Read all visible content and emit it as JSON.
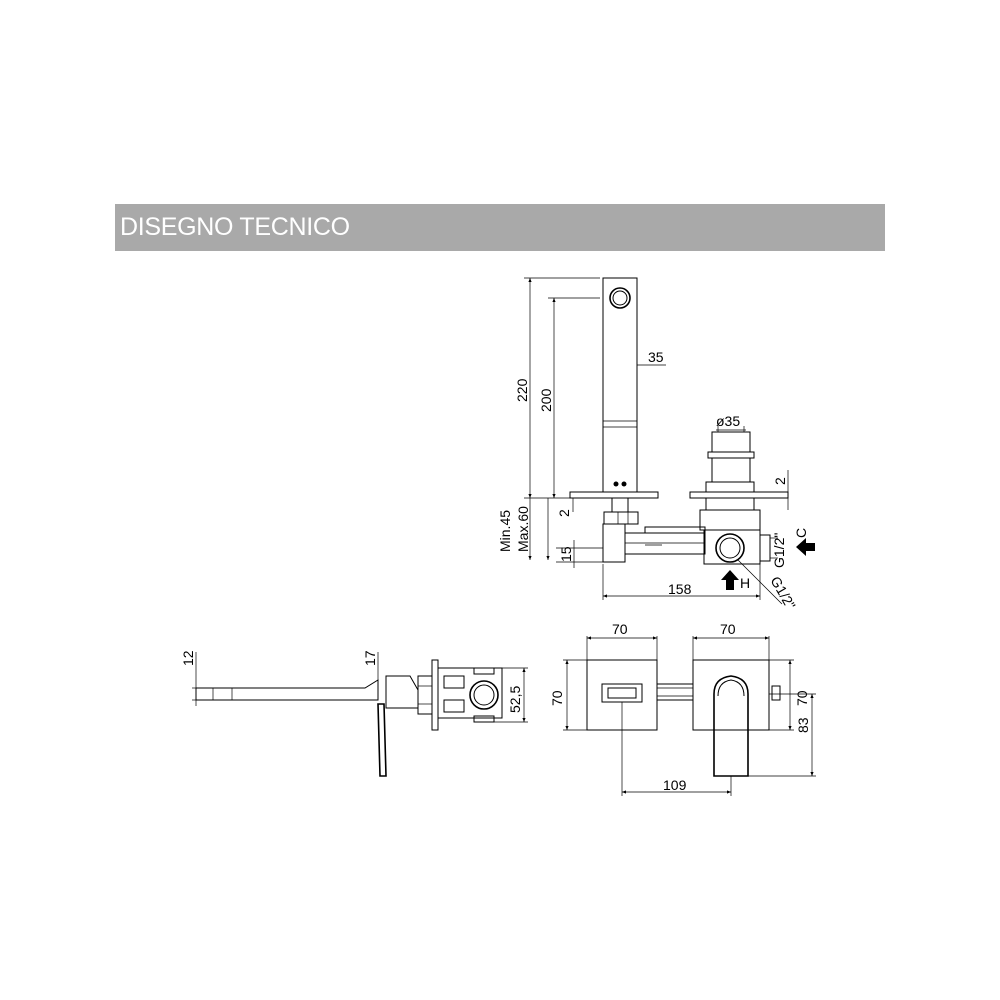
{
  "header": {
    "title": "DISEGNO TECNICO"
  },
  "colors": {
    "banner": "#a9a9a9",
    "banner_text": "#ffffff",
    "lines": "#000000"
  },
  "front_view": {
    "dim_220": "220",
    "dim_200": "200",
    "dim_35": "35",
    "dim_d35": "ø35",
    "dim_2_right": "2",
    "dim_2_left": "2",
    "dim_min45": "Min.45",
    "dim_max60": "Max.60",
    "dim_15": "15",
    "dim_158": "158",
    "label_c": "C",
    "label_h": "H",
    "thread_top": "G1/2\"",
    "thread_bottom": "G1/2\""
  },
  "side_view": {
    "dim_12": "12",
    "dim_17": "17",
    "dim_52_5": "52,5"
  },
  "top_view": {
    "dim_70_left": "70",
    "dim_70_right": "70",
    "dim_70_height_left": "70",
    "dim_70_height_right": "70",
    "dim_83": "83",
    "dim_109": "109"
  }
}
